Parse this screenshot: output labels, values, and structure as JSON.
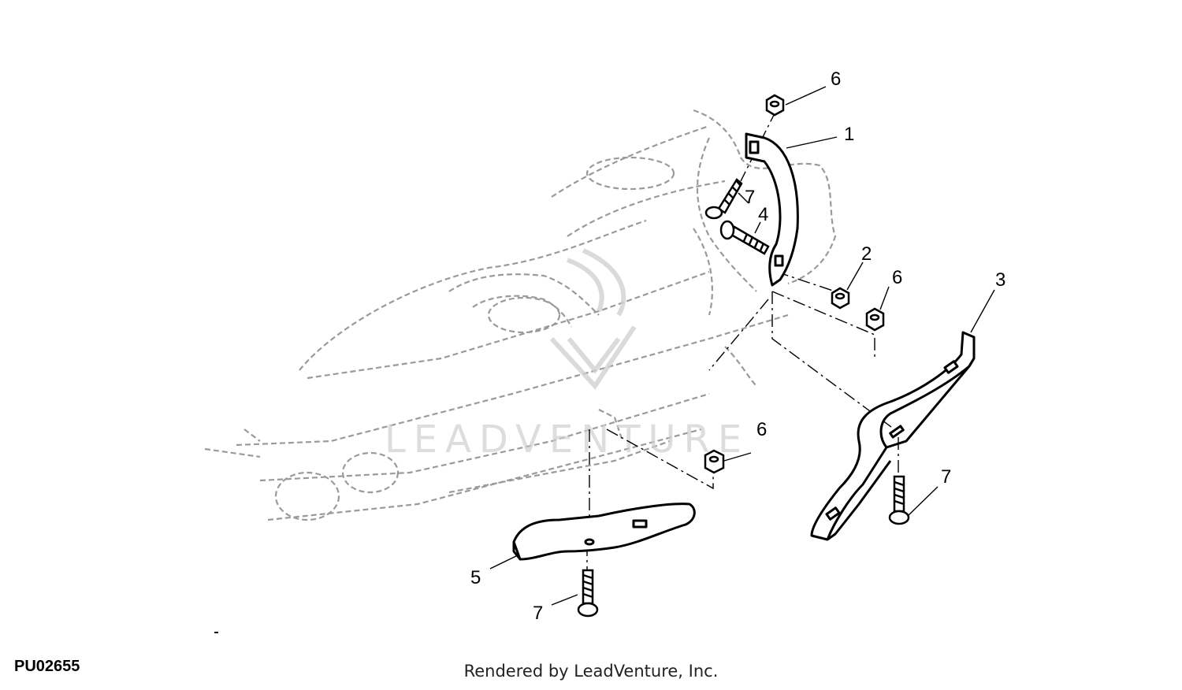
{
  "figure": {
    "id": "PU02655",
    "credit": "Rendered by LeadVenture, Inc.",
    "watermark": "LEADVENTURE"
  },
  "callouts": {
    "c1": "1",
    "c2": "2",
    "c3": "3",
    "c4": "4",
    "c5": "5",
    "c6a": "6",
    "c6b": "6",
    "c6c": "6",
    "c7a": "7",
    "c7b": "7",
    "c7c": "7"
  },
  "colors": {
    "line": "#000000",
    "ghost": "#9a9a9a",
    "watermark": "#cfcfcf"
  }
}
